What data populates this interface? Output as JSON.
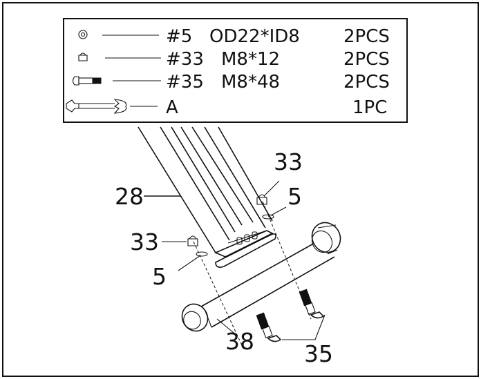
{
  "parts_table": {
    "rows": [
      {
        "id": "#5",
        "spec": "OD22*ID8",
        "qty": "2PCS",
        "icon": "washer-icon"
      },
      {
        "id": "#33",
        "spec": "M8*12",
        "qty": "2PCS",
        "icon": "cap-nut-icon"
      },
      {
        "id": "#35",
        "spec": "M8*48",
        "qty": "2PCS",
        "icon": "bolt-icon"
      },
      {
        "id": "A",
        "spec": "",
        "qty": "1PC",
        "icon": "wrench-icon"
      }
    ]
  },
  "callouts": {
    "tube": "28",
    "cap_nut_upper": "33",
    "washer_upper": "5",
    "cap_nut_lower": "33",
    "washer_lower": "5",
    "stabilizer": "38",
    "bolts": "35"
  }
}
